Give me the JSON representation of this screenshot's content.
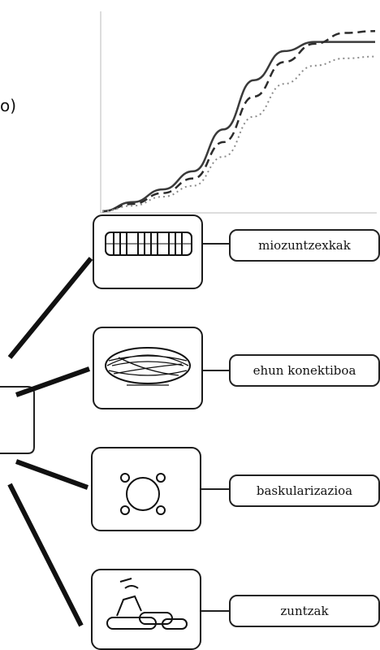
{
  "fragment_text": "o)",
  "labels": [
    {
      "id": "miozuntzexkak",
      "text": "miozuntzexkak"
    },
    {
      "id": "ehun-konektiboa",
      "text": "ehun konektiboa"
    },
    {
      "id": "baskularizazioa",
      "text": "baskularizazioa"
    },
    {
      "id": "zuntzak",
      "text": "zuntzak"
    }
  ],
  "icons": [
    "myofibril-icon",
    "connective-tissue-icon",
    "vascularization-icon",
    "fibers-icon"
  ],
  "chart_data": {
    "type": "line",
    "series": [
      {
        "style": "solid",
        "values": [
          0.0,
          0.05,
          0.12,
          0.22,
          0.45,
          0.72,
          0.88,
          0.93,
          0.93,
          0.93
        ]
      },
      {
        "style": "dashed",
        "values": [
          0.0,
          0.04,
          0.1,
          0.18,
          0.38,
          0.63,
          0.82,
          0.92,
          0.98,
          0.99
        ]
      },
      {
        "style": "dotted",
        "values": [
          0.0,
          0.03,
          0.08,
          0.14,
          0.3,
          0.52,
          0.7,
          0.8,
          0.84,
          0.85
        ]
      }
    ],
    "x": [
      0,
      1,
      2,
      3,
      4,
      5,
      6,
      7,
      8,
      9
    ],
    "grid": false
  }
}
